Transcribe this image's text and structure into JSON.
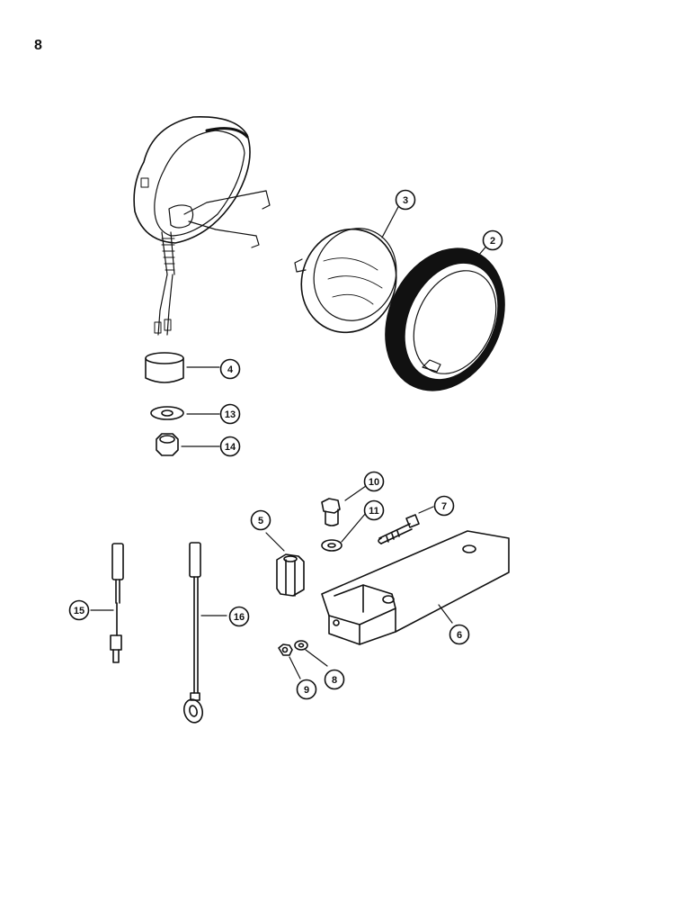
{
  "page": {
    "number": "8"
  },
  "callouts": [
    {
      "id": "c3",
      "label": "3"
    },
    {
      "id": "c2",
      "label": "2"
    },
    {
      "id": "c4",
      "label": "4"
    },
    {
      "id": "c13",
      "label": "13"
    },
    {
      "id": "c14",
      "label": "14"
    },
    {
      "id": "c10",
      "label": "10"
    },
    {
      "id": "c11",
      "label": "11"
    },
    {
      "id": "c7",
      "label": "7"
    },
    {
      "id": "c5",
      "label": "5"
    },
    {
      "id": "c15",
      "label": "15"
    },
    {
      "id": "c16",
      "label": "16"
    },
    {
      "id": "c6",
      "label": "6"
    },
    {
      "id": "c9",
      "label": "9"
    },
    {
      "id": "c8",
      "label": "8"
    }
  ]
}
